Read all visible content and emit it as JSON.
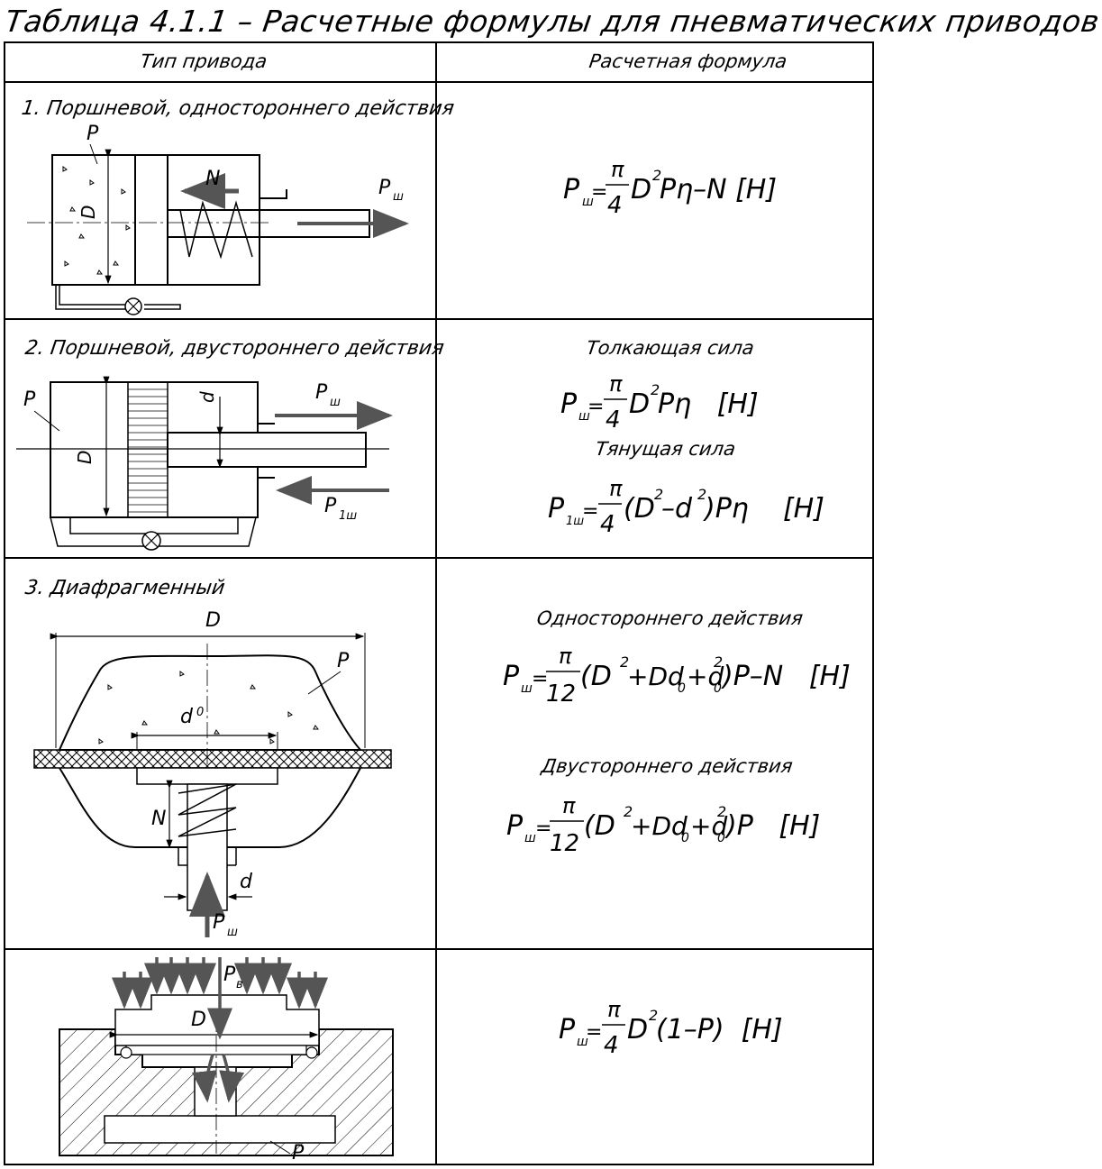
{
  "title": "Таблица 4.1.1 – Расчетные формулы для пневматических приводов",
  "headers": {
    "col1": "Тип привода",
    "col2": "Расчетная формула"
  },
  "rows": [
    {
      "label": "1. Поршневой, одностороннего действия",
      "diagram_labels": {
        "p": "P",
        "n": "N",
        "d": "D",
        "pw": "P",
        "pw_sub": "ш"
      },
      "formula": {
        "lhs": "P",
        "lhs_sub": "ш",
        "frac_num": "π",
        "frac_den": "4",
        "rest": "D",
        "rest2": "Pη–N [H]"
      }
    },
    {
      "label": "2. Поршневой, двустороннего действия",
      "diagram_labels": {
        "p": "P",
        "d_small": "d",
        "d_big": "D",
        "pw": "P",
        "pw_sub": "ш",
        "p1w": "P",
        "p1w_sub": "1ш"
      },
      "caption_push": "Толкающая сила",
      "caption_pull": "Тянущая сила",
      "formula_push": {
        "lhs": "P",
        "lhs_sub": "ш",
        "frac_num": "π",
        "frac_den": "4",
        "rest": "D",
        "rest2": "Pη   [H]"
      },
      "formula_pull": {
        "lhs": "P",
        "lhs_sub": "1ш",
        "frac_num": "π",
        "frac_den": "4",
        "rest": "(D",
        "mid": "–d",
        "rest2": ")Pη    [H]"
      }
    },
    {
      "label": "3. Диафрагменный",
      "diagram_labels": {
        "d_big": "D",
        "p": "P",
        "d0": "d",
        "d0_sub": "0",
        "n": "N",
        "d_small": "d",
        "pw": "P",
        "pw_sub": "ш"
      },
      "caption_single": "Одностороннего действия",
      "caption_double": "Двустороннего действия",
      "formula_single": {
        "lhs": "P",
        "lhs_sub": "ш",
        "frac_num": "π",
        "frac_den": "12",
        "part1": "(D",
        "part2": "+Dd",
        "part3": "+d",
        "part4": ")P–N   [H]"
      },
      "formula_double": {
        "lhs": "P",
        "lhs_sub": "ш",
        "frac_num": "π",
        "frac_den": "12",
        "part1": "(D",
        "part2": "+Dd",
        "part3": "+d",
        "part4": ")P   [H]"
      }
    },
    {
      "label": "",
      "diagram_labels": {
        "pb": "P",
        "pb_sub": "в",
        "d_big": "D",
        "p": "P"
      },
      "formula": {
        "lhs": "P",
        "lhs_sub": "ш",
        "frac_num": "π",
        "frac_den": "4",
        "rest": "D",
        "rest2": "(1–P)  [H]"
      }
    }
  ]
}
